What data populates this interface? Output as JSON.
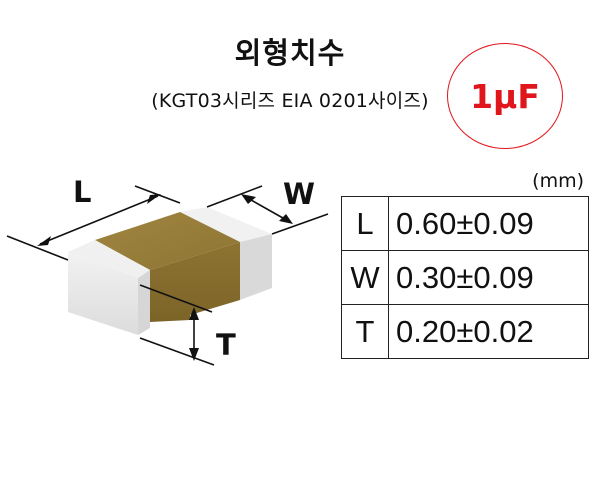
{
  "header": {
    "title": "외형치수",
    "subtitle": "(KGT03시리즈  EIA 0201사이즈)",
    "badge": "1μF"
  },
  "diagram": {
    "labels": {
      "length": "L",
      "width": "W",
      "thickness": "T"
    },
    "colors": {
      "body": "#8f7534",
      "electrode": "#efefef",
      "line": "#111111",
      "accent": "#e0161c"
    }
  },
  "table": {
    "unit": "(mm)",
    "rows": [
      {
        "key": "L",
        "value": "0.60±0.09"
      },
      {
        "key": "W",
        "value": "0.30±0.09"
      },
      {
        "key": "T",
        "value": "0.20±0.02"
      }
    ]
  }
}
